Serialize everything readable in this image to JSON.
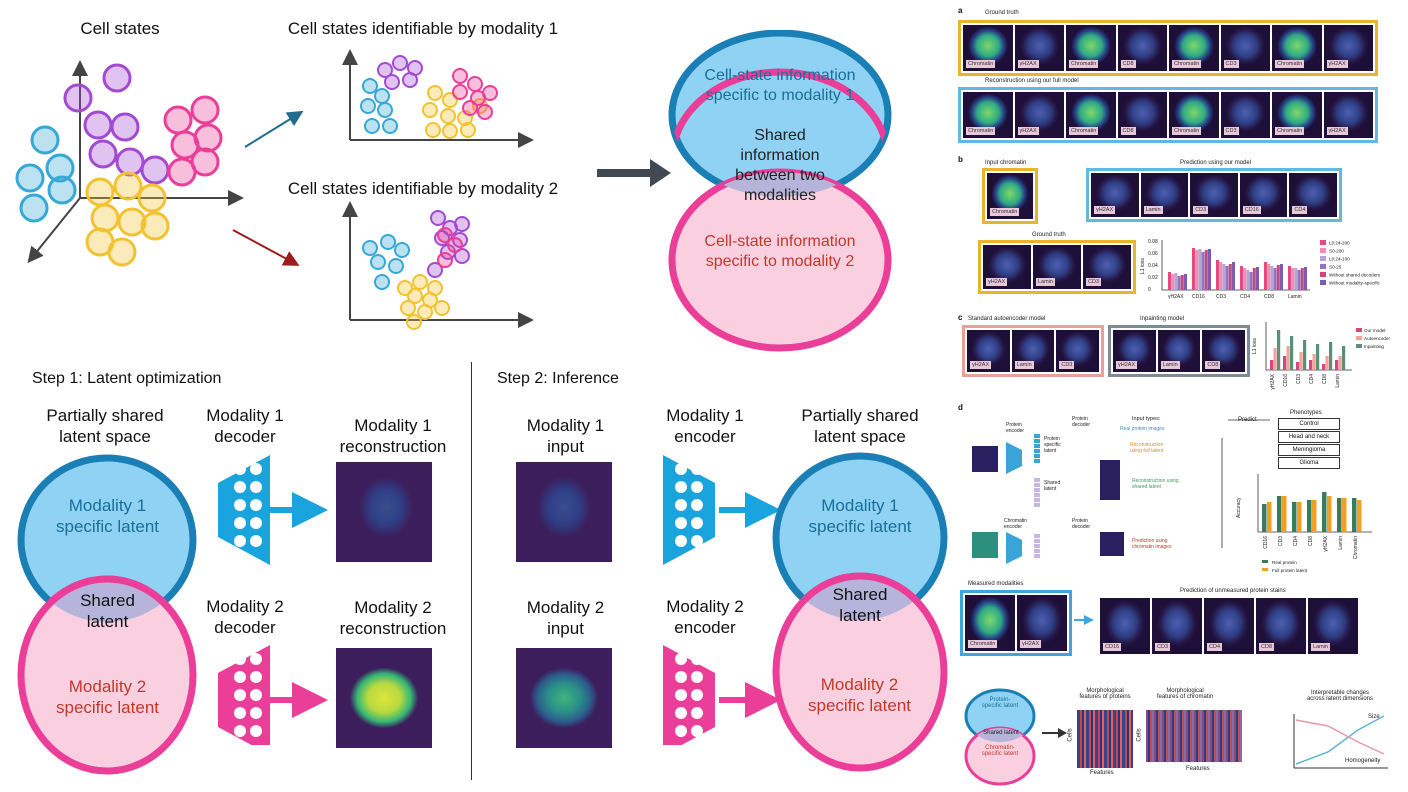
{
  "colors": {
    "blue": "#19a4de",
    "light_blue": "#8fd2f4",
    "pink": "#ea3e98",
    "light_pink": "#fad0e1",
    "overlap": "#b7b4dc",
    "gold": "#f2c230",
    "purple": "#a24ad2",
    "cyan": "#36a8d8",
    "arrow_dark": "#404850",
    "arrow_red": "#9b1d1d"
  },
  "top": {
    "cell_states": "Cell states",
    "mod1_title": "Cell states identifiable by modality 1",
    "mod2_title": "Cell states identifiable by modality 2",
    "venn_top": [
      "Cell-state information",
      "specific to modality 1"
    ],
    "venn_mid": [
      "Shared",
      "information",
      "between two",
      "modalities"
    ],
    "venn_bot": [
      "Cell-state information",
      "specific to modality 2"
    ]
  },
  "step1": {
    "title": "Step 1: Latent optimization",
    "latent_title": [
      "Partially shared",
      "latent space"
    ],
    "venn_top": [
      "Modality 1",
      "specific latent"
    ],
    "venn_mid": [
      "Shared",
      "latent"
    ],
    "venn_bot": [
      "Modality 2",
      "specific latent"
    ],
    "dec1": [
      "Modality 1",
      "decoder"
    ],
    "dec2": [
      "Modality 2",
      "decoder"
    ],
    "rec1": [
      "Modality 1",
      "reconstruction"
    ],
    "rec2": [
      "Modality 2",
      "reconstruction"
    ]
  },
  "step2": {
    "title": "Step 2: Inference",
    "in1": [
      "Modality 1",
      "input"
    ],
    "in2": [
      "Modality 2",
      "input"
    ],
    "enc1": [
      "Modality 1",
      "encoder"
    ],
    "enc2": [
      "Modality 2",
      "encoder"
    ],
    "latent_title": [
      "Partially shared",
      "latent space"
    ],
    "venn_top": [
      "Modality 1",
      "specific latent"
    ],
    "venn_mid": [
      "Shared",
      "latent"
    ],
    "venn_bot": [
      "Modality 2",
      "specific latent"
    ]
  },
  "right": {
    "a": {
      "letter": "a",
      "gt": "Ground truth",
      "recon": "Reconstruction using our full model",
      "gt_tags": [
        "Chromatin",
        "γH2AX",
        "Chromatin",
        "CD8",
        "Chromatin",
        "CD3",
        "Chromatin",
        "γH2AX"
      ],
      "rc_tags": [
        "Chromatin",
        "γH2AX",
        "Chromatin",
        "CD8",
        "Chromatin",
        "CD3",
        "Chromatin",
        "γH2AX"
      ]
    },
    "b": {
      "letter": "b",
      "input": "Input chromatin",
      "pred": "Prediction using our model",
      "gt": "Ground truth",
      "input_tag": "Chromatin",
      "pred_tags": [
        "γH2AX",
        "Lamin",
        "CD3",
        "CD16",
        "CD4"
      ],
      "gt_tags": [
        "γH2AX",
        "Lamin",
        "CD3"
      ],
      "ylabel": "L1 loss",
      "yticks": [
        "0.08",
        "0.06",
        "0.04",
        "0.02",
        "0"
      ],
      "xticks": [
        "γH2AX",
        "CD16",
        "CD3",
        "CD4",
        "CD8",
        "Lamin"
      ],
      "legend": [
        "L0:24-200",
        "S0-200",
        "L0:24-100",
        "S0-25",
        "Without shared decoders",
        "Without modality-specific"
      ]
    },
    "c": {
      "letter": "c",
      "std": "Standard autoencoder model",
      "inpaint": "Inpainting model",
      "std_tags": [
        "γH2AX",
        "Lamin",
        "CD3"
      ],
      "inp_tags": [
        "γH2AX",
        "Lamin",
        "CD8"
      ],
      "ylabel": "L1 loss",
      "xticks": [
        "γH2AX",
        "CD16",
        "CD3",
        "CD4",
        "CD8",
        "Lamin"
      ],
      "legend": [
        "Our model",
        "Autoencoder",
        "Inpainting"
      ]
    },
    "d": {
      "letter": "d",
      "protein_encoder": "Protein\nencoder",
      "protein_decoder": "Protein\ndecoder",
      "protein_latent": "Protein\nspecific\nlatent",
      "shared_latent": "Shared\nlatent",
      "input_types": "Input types:",
      "real": "Real protein images",
      "recon_full": "Reconstruction\nusing full latent",
      "recon_shared": "Reconstruction using\nshared latent",
      "chromatin_encoder": "Chromatin\nencoder",
      "pred_chromatin": "Prediction using\nchromatin images",
      "predict": "Predict",
      "phenotypes": "Phenotypes",
      "pheno_list": [
        "Control",
        "Head and neck",
        "Meningioma",
        "Glioma"
      ],
      "ylabel": "Accuracy",
      "xticks": [
        "CD16",
        "CD3",
        "CD4",
        "CD8",
        "γH2AX",
        "Lamin",
        "Chromatin"
      ],
      "legend": [
        "Real protein",
        "Full protein latent"
      ],
      "measured": "Measured modalities",
      "unmeasured": "Prediction of unmeasured protein stains",
      "meas_tags": [
        "Chromatin",
        "γH2AX"
      ],
      "unm_tags": [
        "CD16",
        "CD3",
        "CD4",
        "CD8",
        "Lamin"
      ]
    },
    "e": {
      "protein_latent": "Protein-\nspecific latent",
      "shared": "Shared latent",
      "chromatin_latent": "Chromatin-\nspecific latent",
      "morph_prot": "Morphological\nfeatures of proteins",
      "morph_chrom": "Morphological\nfeatures of chromatin",
      "cells": "Cells",
      "features": "Features",
      "interp": "Interpretable changes\nacross latent dimensions",
      "size": "Size",
      "homog": "Homogeneity"
    }
  }
}
